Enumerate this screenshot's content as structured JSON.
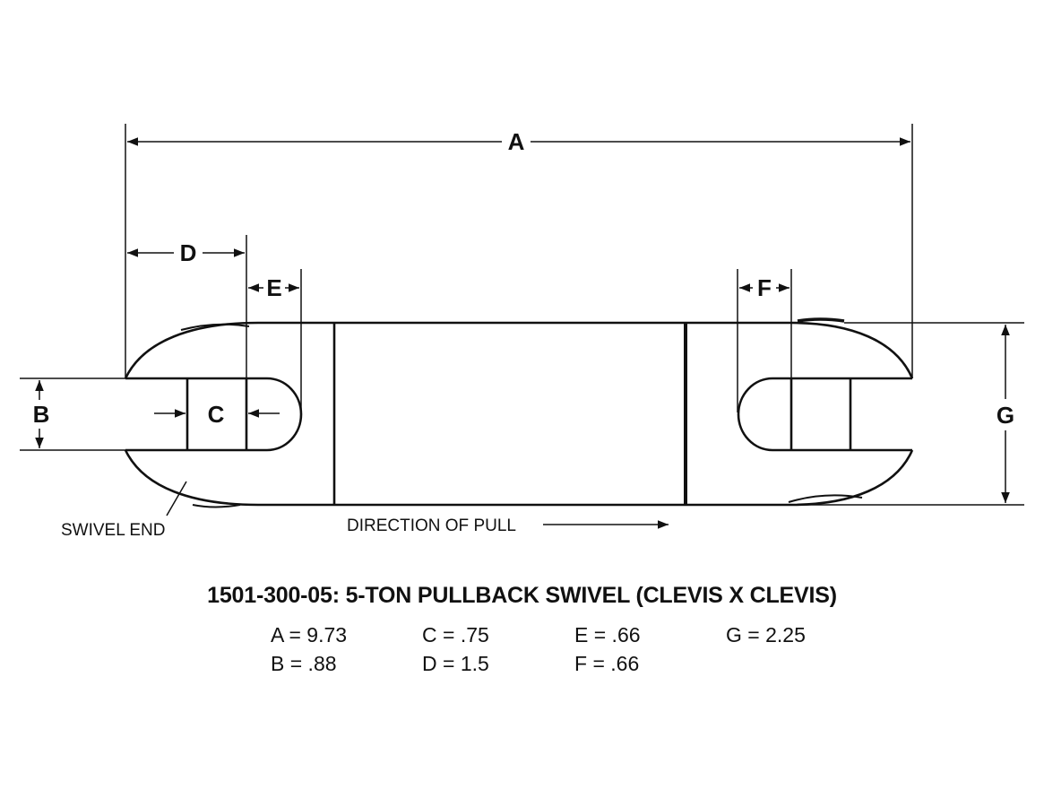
{
  "diagram": {
    "labels": {
      "A": "A",
      "B": "B",
      "C": "C",
      "D": "D",
      "E": "E",
      "F": "F",
      "G": "G"
    },
    "callouts": {
      "swivel_end": "SWIVEL END",
      "direction_of_pull": "DIRECTION OF PULL"
    }
  },
  "caption": {
    "title": "1501-300-05: 5-TON PULLBACK SWIVEL (CLEVIS X CLEVIS)",
    "specs": [
      {
        "text": "A = 9.73"
      },
      {
        "text": "B = .88"
      },
      {
        "text": "C = .75"
      },
      {
        "text": "D = 1.5"
      },
      {
        "text": "E = .66"
      },
      {
        "text": "F = .66"
      },
      {
        "text": "G = 2.25"
      }
    ]
  },
  "colors": {
    "line": "#111111",
    "background": "#ffffff"
  }
}
